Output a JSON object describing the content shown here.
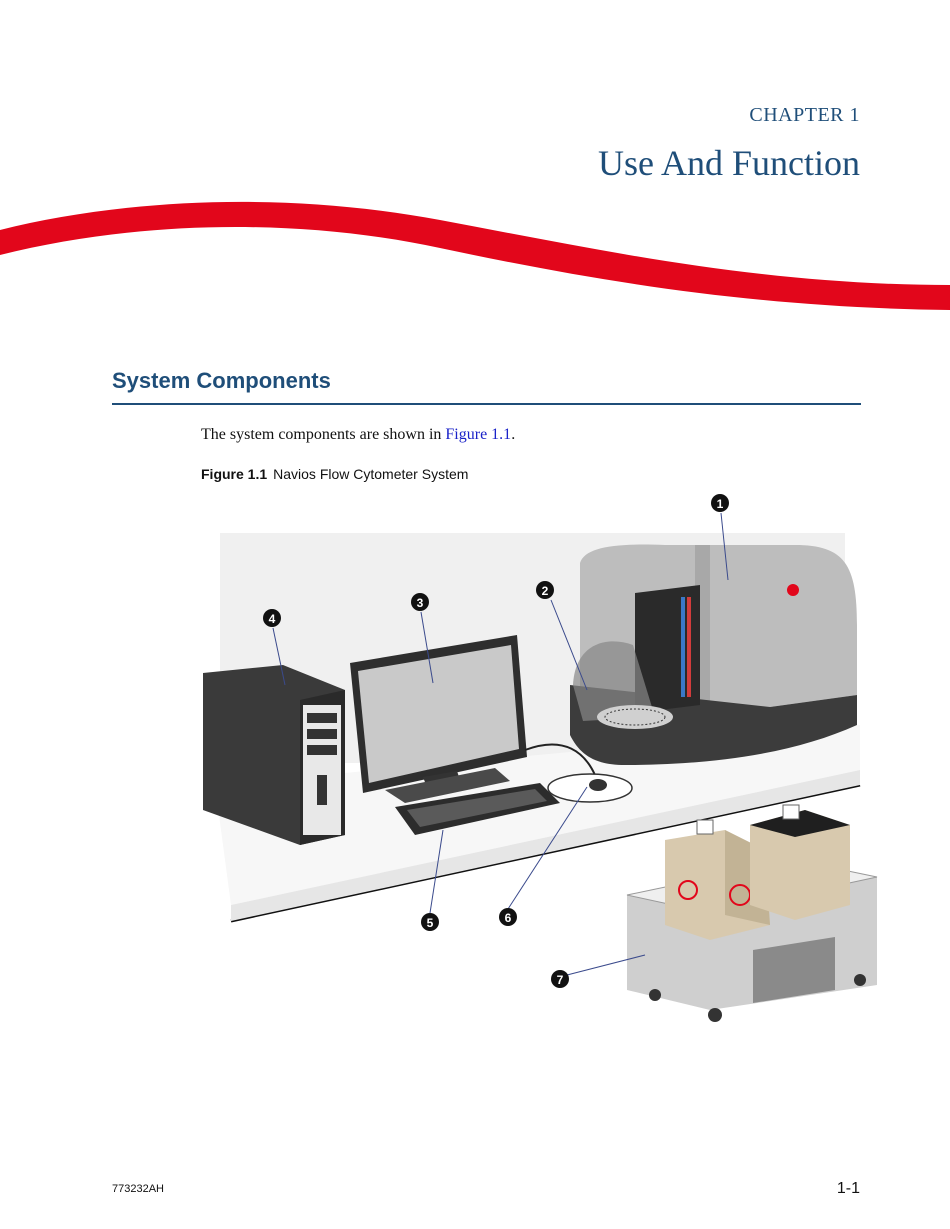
{
  "chapter": {
    "label": "CHAPTER 1",
    "title": "Use And Function"
  },
  "section": {
    "heading": "System Components"
  },
  "body": {
    "text_before": "The system components are shown in ",
    "link": "Figure 1.1",
    "text_after": "."
  },
  "figure": {
    "number": "Figure 1.1",
    "caption": "Navios Flow Cytometer System",
    "callouts": [
      "1",
      "2",
      "3",
      "4",
      "5",
      "6",
      "7"
    ],
    "colors": {
      "accent_red": "#e2061b",
      "heading_blue": "#1f4e79",
      "link_blue": "#1a22c8"
    }
  },
  "footer": {
    "doc_number": "773232AH",
    "page_number": "1-1"
  }
}
